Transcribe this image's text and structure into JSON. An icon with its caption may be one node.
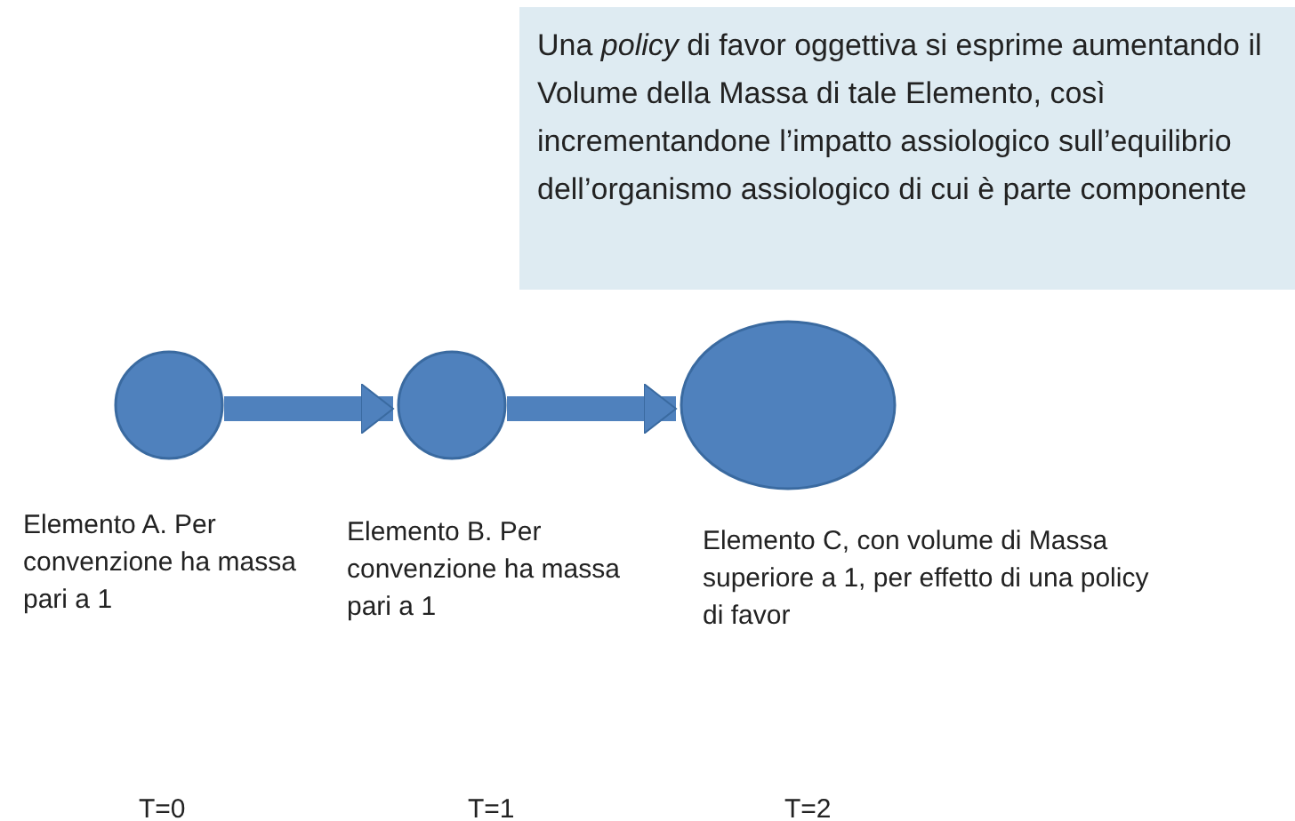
{
  "diagram": {
    "nodes": [
      {
        "text": [],
        "shape": "circle",
        "beside": [
          "Elemento A. Per convenzione ha massa pari a 1"
        ]
      },
      {
        "text": [],
        "shape": "circle",
        "beside": [
          "Elemento B. Per convenzione ha massa pari a 1"
        ]
      },
      {
        "text": [],
        "shape": "circle",
        "beside": [
          "Elemento C, con volume di Massa superiore a 1, per effetto di una policy di favor"
        ]
      },
      {
        "text": [
          "Una *policy* di favor oggettiva si esprime aumentando il Volume della Massa di tale Elemento, così incrementandone l’impatto assiologico sull’equilibrio dell’organismo assiologico di cui è parte componente"
        ]
      }
    ],
    "edges": [
      {
        "from": 0,
        "to": 1,
        "arrow": "to"
      },
      {
        "from": 1,
        "to": 2,
        "arrow": "to"
      }
    ],
    "labels": [
      "T=0",
      "T=1",
      "T=2"
    ]
  }
}
